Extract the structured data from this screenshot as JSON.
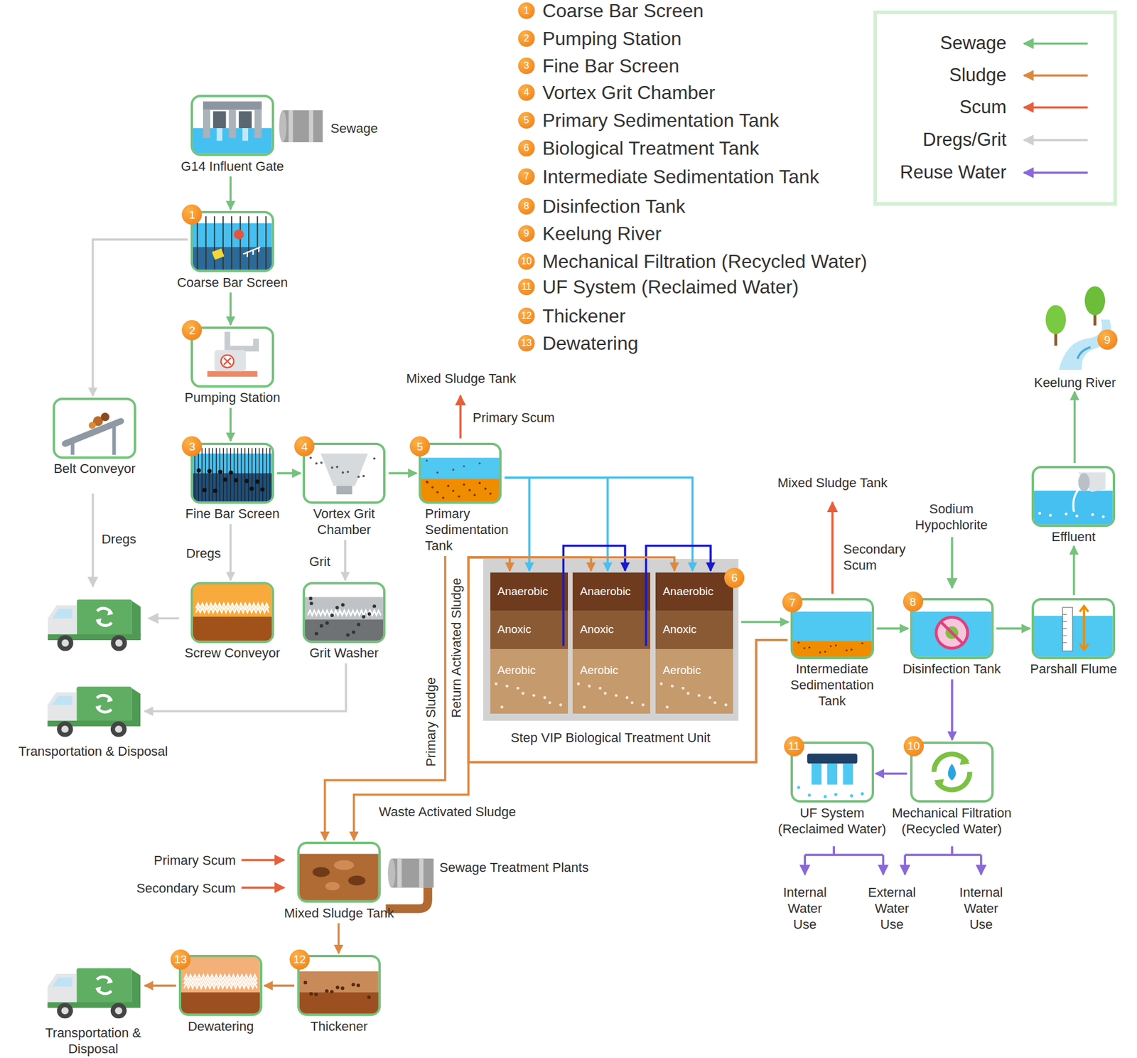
{
  "diagram": {
    "nodes": [
      {
        "text": [
          "G14 Influent Gate"
        ]
      },
      {
        "text": [
          "Coarse Bar Screen"
        ]
      },
      {
        "text": [
          "Pumping Station"
        ]
      },
      {
        "text": [
          "Fine Bar Screen"
        ]
      },
      {
        "text": [
          "Vortex Grit Chamber"
        ]
      },
      {
        "text": [
          "Primary Sedimentation Tank"
        ]
      },
      {
        "text": [
          "Belt Conveyor"
        ]
      },
      {
        "text": [
          "Screw Conveyor"
        ]
      },
      {
        "text": [
          "Grit Washer"
        ]
      },
      {
        "text": [
          "Transportation & Disposal"
        ]
      },
      {
        "text": [
          "Step VIP Biological Treatment Unit"
        ]
      },
      {
        "text": [
          "Anaerobic"
        ],
        "in": 10
      },
      {
        "text": [
          "Anoxic"
        ],
        "in": 10
      },
      {
        "text": [
          "Aerobic"
        ],
        "in": 10
      },
      {
        "text": [
          "Anaerobic"
        ],
        "in": 10
      },
      {
        "text": [
          "Anoxic"
        ],
        "in": 10
      },
      {
        "text": [
          "Aerobic"
        ],
        "in": 10
      },
      {
        "text": [
          "Anaerobic"
        ],
        "in": 10
      },
      {
        "text": [
          "Anoxic"
        ],
        "in": 10
      },
      {
        "text": [
          "Aerobic"
        ],
        "in": 10
      },
      {
        "text": [
          "Intermediate Sedimentation Tank"
        ]
      },
      {
        "text": [
          "Disinfection Tank"
        ]
      },
      {
        "text": [
          "Parshall Flume"
        ]
      },
      {
        "text": [
          "Effluent"
        ]
      },
      {
        "text": [
          "Keelung River"
        ]
      },
      {
        "text": [
          "Mechanical Filtration (Recycled Water)"
        ]
      },
      {
        "text": [
          "UF System (Reclaimed Water)"
        ]
      },
      {
        "text": [
          "Mixed Sludge Tank"
        ]
      },
      {
        "text": [
          "Thickener"
        ]
      },
      {
        "text": [
          "Dewatering"
        ]
      },
      {
        "text": [
          "Transportation & Disposal"
        ]
      }
    ],
    "edges": [
      {
        "from": 0,
        "to": 1,
        "arrow": "to"
      },
      {
        "from": 1,
        "to": 2,
        "arrow": "to"
      },
      {
        "from": 2,
        "to": 3,
        "arrow": "to"
      },
      {
        "from": 3,
        "to": 4,
        "arrow": "to"
      },
      {
        "from": 4,
        "to": 5,
        "arrow": "to"
      },
      {
        "from": 1,
        "to": 6,
        "arrow": "to"
      },
      {
        "from": 3,
        "to": 7,
        "label": "Dregs",
        "arrow": "to"
      },
      {
        "from": 4,
        "to": 8,
        "label": "Grit",
        "arrow": "to"
      },
      {
        "from": 8,
        "to": 9,
        "arrow": "to"
      },
      {
        "from": 5,
        "to": 11,
        "arrow": "to"
      },
      {
        "from": 5,
        "to": 14,
        "arrow": "to"
      },
      {
        "from": 5,
        "to": 17,
        "arrow": "to"
      },
      {
        "from": 13,
        "to": 14,
        "arrow": "to"
      },
      {
        "from": 16,
        "to": 17,
        "arrow": "to"
      },
      {
        "from": 10,
        "to": 20,
        "arrow": "to"
      },
      {
        "from": 20,
        "to": 21,
        "arrow": "to"
      },
      {
        "from": 21,
        "to": 22,
        "arrow": "to"
      },
      {
        "from": 22,
        "to": 23,
        "arrow": "to"
      },
      {
        "from": 23,
        "to": 24,
        "arrow": "to"
      },
      {
        "from": 21,
        "to": 25,
        "arrow": "to"
      },
      {
        "from": 25,
        "to": 26,
        "arrow": "to"
      },
      {
        "from": 5,
        "to": 27,
        "label": "Primary Sludge",
        "arrow": "to"
      },
      {
        "from": 20,
        "to": 11,
        "label": "Return Activated Sludge",
        "arrow": "to"
      },
      {
        "from": 20,
        "to": 14,
        "arrow": "to"
      },
      {
        "from": 20,
        "to": 17,
        "arrow": "to"
      },
      {
        "from": 20,
        "to": 27,
        "label": "Waste Activated Sludge",
        "arrow": "to"
      },
      {
        "from": 27,
        "to": 28,
        "arrow": "to"
      },
      {
        "from": 28,
        "to": 29,
        "arrow": "to"
      },
      {
        "from": 29,
        "to": 30,
        "arrow": "to"
      }
    ],
    "labels": [
      "1",
      "Coarse Bar Screen",
      "2",
      "Pumping Station",
      "3",
      "Fine Bar Screen",
      "4",
      "Vortex Grit Chamber",
      "5",
      "Primary Sedimentation Tank",
      "6",
      "Biological Treatment Tank",
      "7",
      "Intermediate Sedimentation Tank",
      "8",
      "Disinfection Tank",
      "9",
      "Keelung River",
      "10",
      "Mechanical Filtration (Recycled Water)",
      "11",
      "UF System (Reclaimed Water)",
      "12",
      "Thickener",
      "13",
      "Dewatering",
      "1",
      "2",
      "3",
      "4",
      "5",
      "6",
      "7",
      "8",
      "9",
      "10",
      "11",
      "12",
      "13",
      "Sewage",
      "Dregs",
      "Mixed Sludge Tank",
      "Primary Scum",
      "Mixed Sludge Tank",
      "Secondary Scum",
      "Sodium Hypochlorite",
      "Primary Scum",
      "Secondary Scum",
      "Sewage Treatment Plants",
      "Internal Water Use",
      "External Water Use",
      "Internal Water Use"
    ],
    "legend": [
      {
        "text": "Sewage"
      },
      {
        "text": "Sludge"
      },
      {
        "text": "Scum"
      },
      {
        "text": "Dregs/Grit"
      },
      {
        "text": "Reuse Water"
      }
    ]
  }
}
